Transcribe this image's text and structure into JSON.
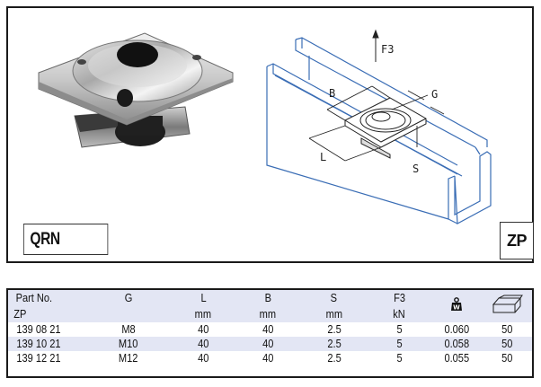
{
  "figure": {
    "left_label": "QRN",
    "right_label": "ZP",
    "drawing_labels": {
      "force": "F3",
      "width": "B",
      "thread": "G",
      "length": "L",
      "thickness": "S"
    }
  },
  "table": {
    "header_top": [
      "Part No.",
      "G",
      "L",
      "B",
      "S",
      "F3",
      "",
      ""
    ],
    "header_bottom": [
      "ZP",
      "",
      "mm",
      "mm",
      "mm",
      "kN",
      "",
      ""
    ],
    "icons": {
      "weight": "weight-icon",
      "box": "box-icon"
    },
    "weight_icon_letter": "W",
    "rows": [
      [
        "139 08 21",
        "M8",
        "40",
        "40",
        "2.5",
        "5",
        "0.060",
        "50"
      ],
      [
        "139 10 21",
        "M10",
        "40",
        "40",
        "2.5",
        "5",
        "0.058",
        "50"
      ],
      [
        "139 12 21",
        "M12",
        "40",
        "40",
        "2.5",
        "5",
        "0.055",
        "50"
      ]
    ]
  },
  "colors": {
    "header_bg": "#e3e6f4",
    "alt_row_bg": "#e3e6f4",
    "channel_line": "#3a6db5",
    "border": "#1a1a1a"
  }
}
